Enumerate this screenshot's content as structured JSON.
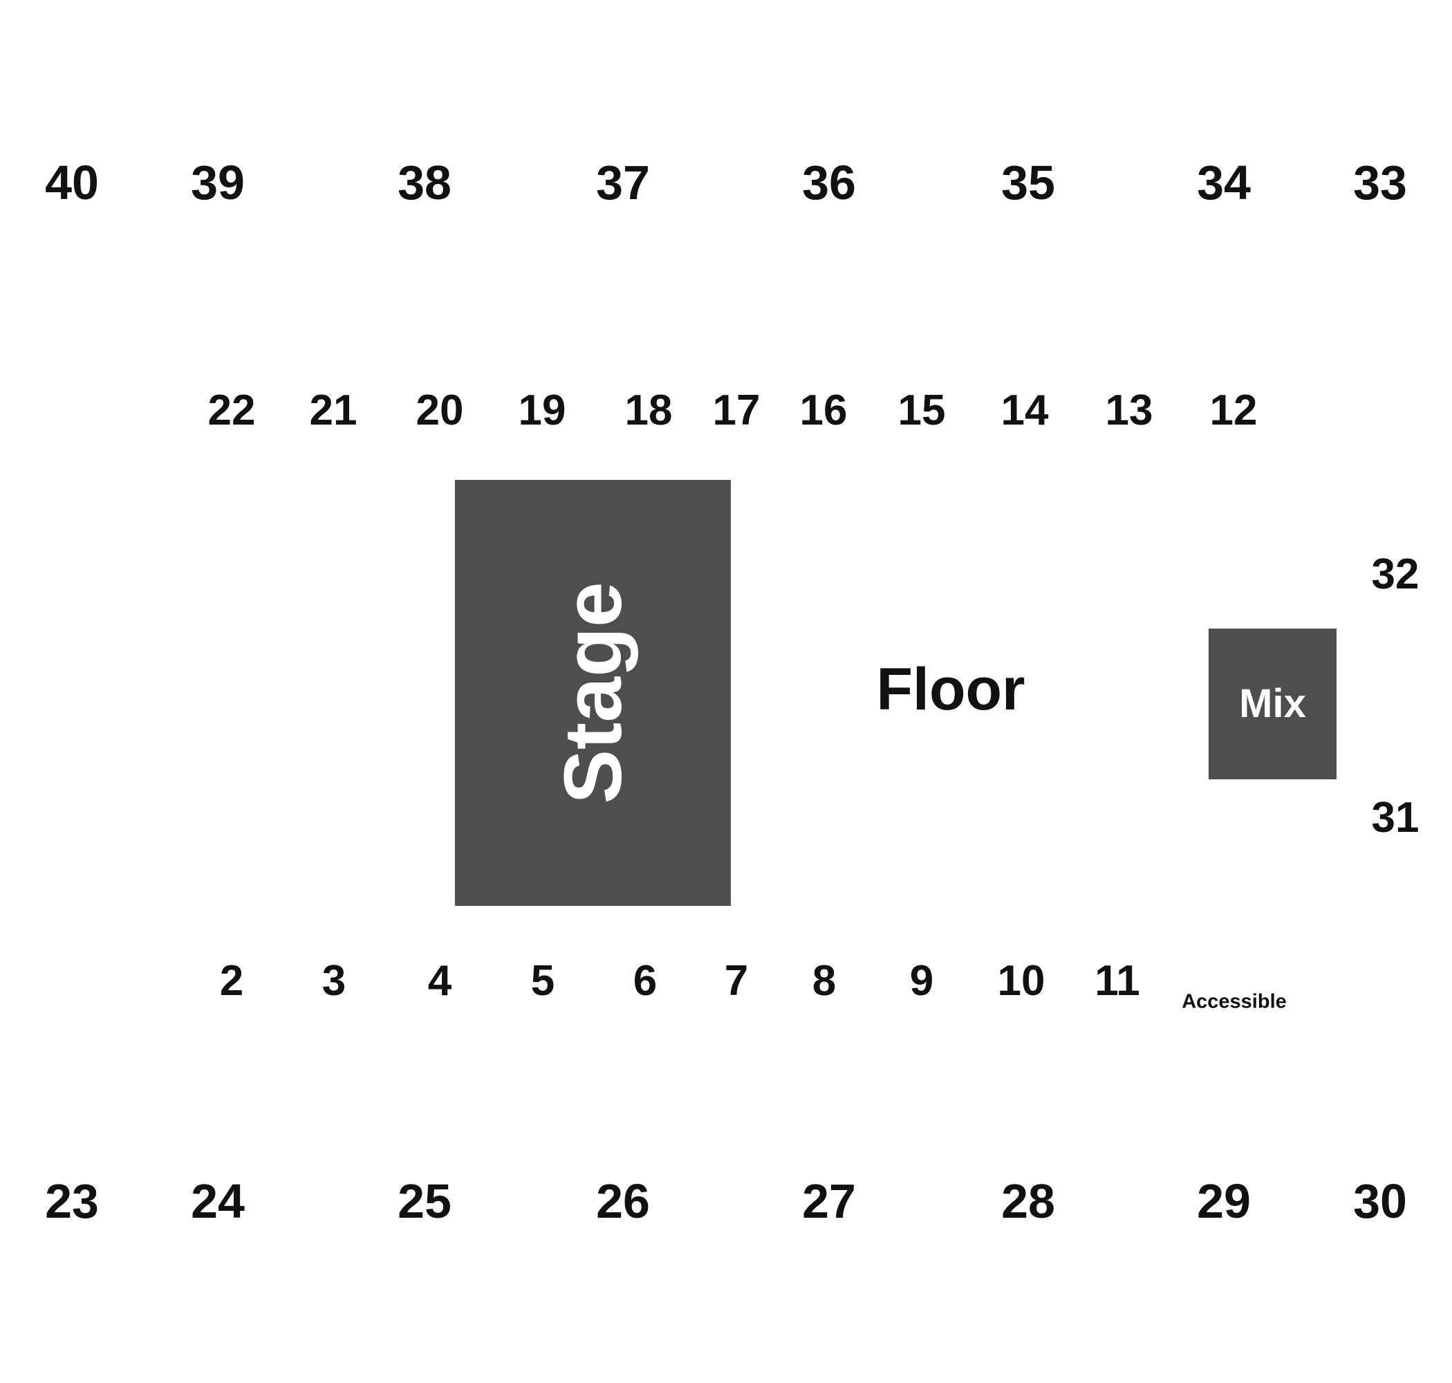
{
  "venue": {
    "stage_label": "Stage",
    "floor_label": "Floor",
    "mix_label": "Mix",
    "accessible_label": "Accessible"
  },
  "sections": {
    "upper_top": [
      "40",
      "39",
      "38",
      "37",
      "36",
      "35",
      "34",
      "33"
    ],
    "lower_top": [
      "22",
      "21",
      "20",
      "19",
      "18",
      "17",
      "16",
      "15",
      "14",
      "13",
      "12"
    ],
    "right_side": [
      "32",
      "31"
    ],
    "lower_bottom": [
      "2",
      "3",
      "4",
      "5",
      "6",
      "7",
      "8",
      "9",
      "10",
      "11"
    ],
    "upper_bottom": [
      "23",
      "24",
      "25",
      "26",
      "27",
      "28",
      "29",
      "30"
    ]
  },
  "colors": {
    "block_fill": "#4e4e4e",
    "text": "#111111",
    "block_text": "#ffffff",
    "background": "#ffffff"
  }
}
